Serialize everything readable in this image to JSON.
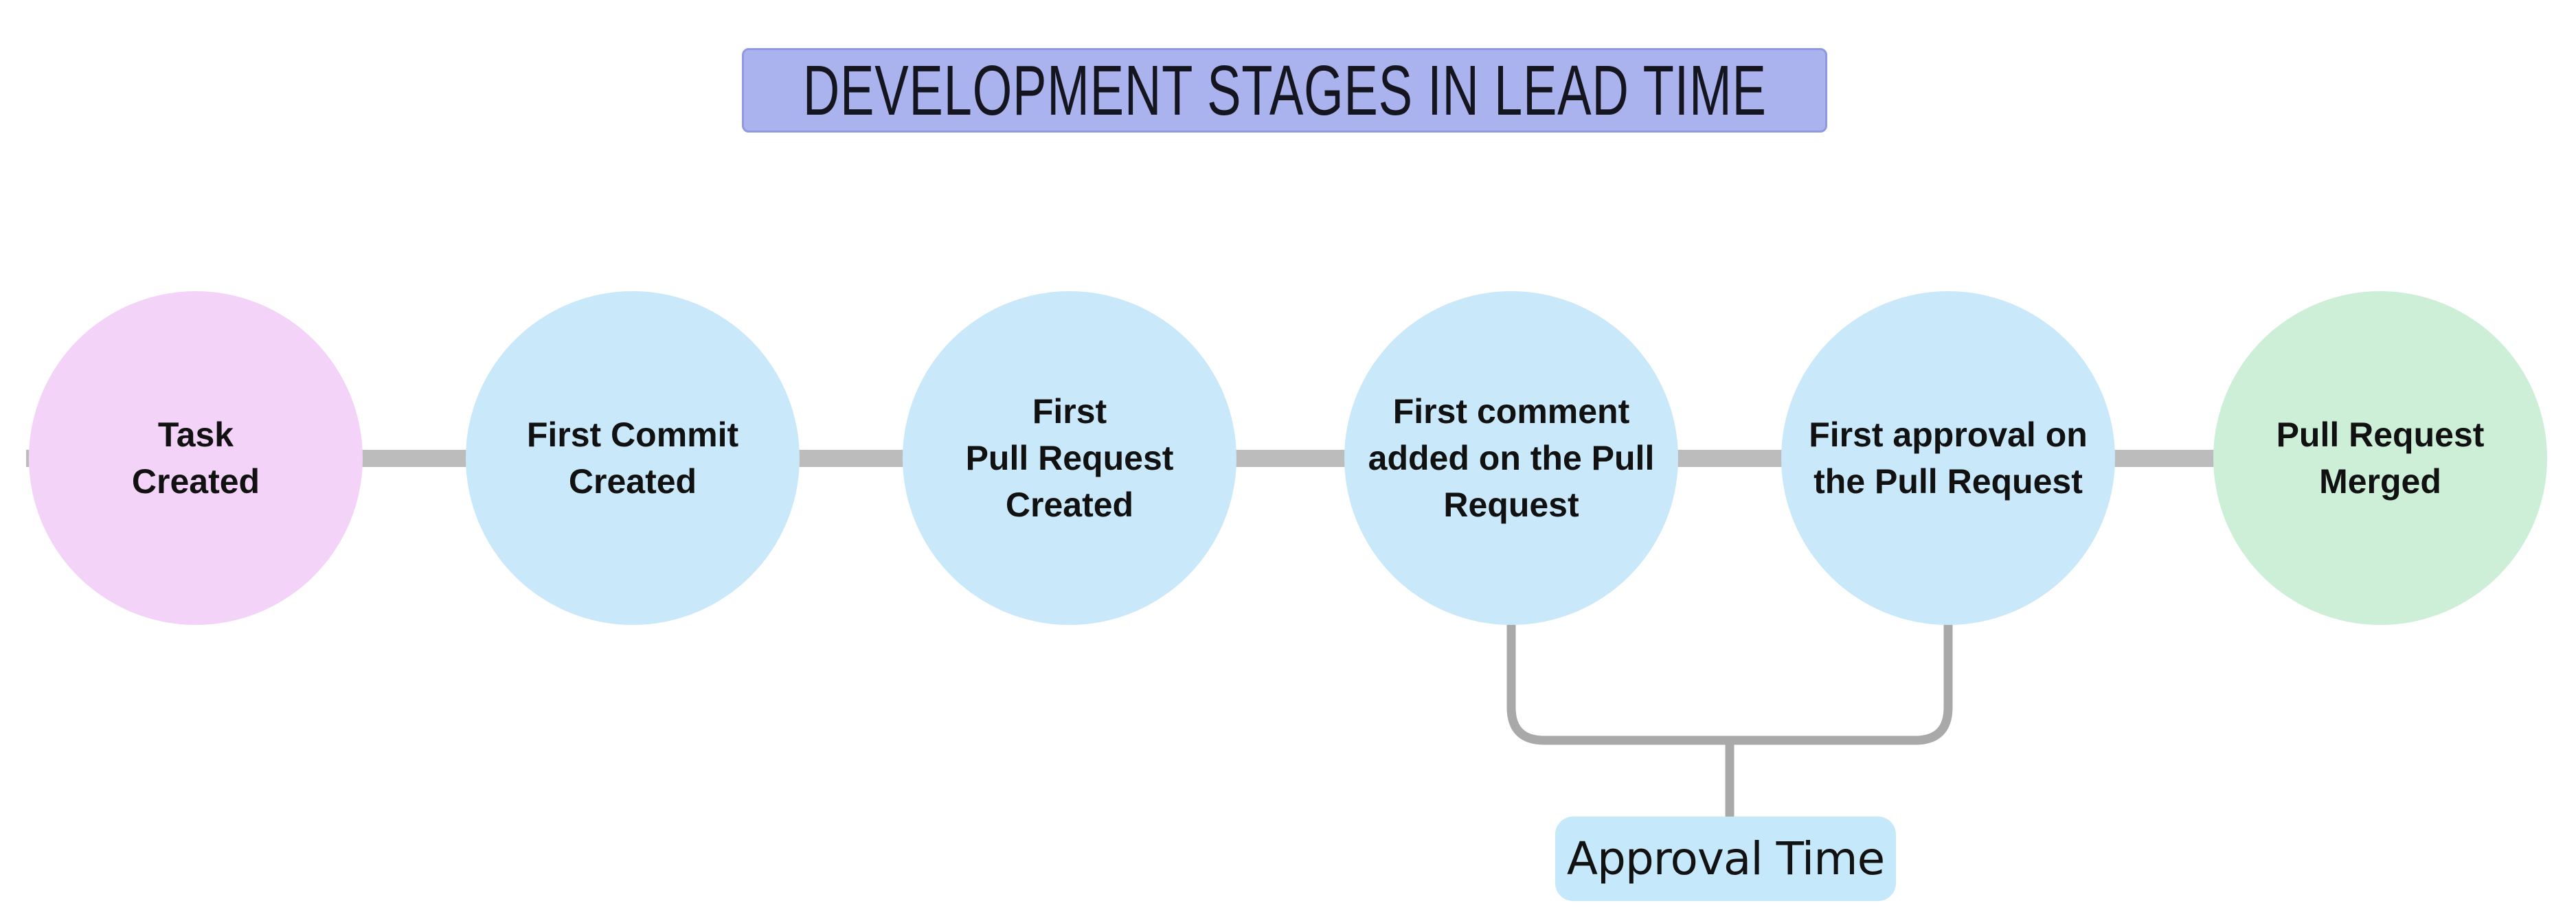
{
  "title": {
    "text": "DEVELOPMENT STAGES IN LEAD TIME",
    "bg_color": "#aab3ee",
    "border_color": "#8f99e2"
  },
  "stages": [
    {
      "label": "Task\nCreated",
      "color": "#f4d3f8",
      "role": "start"
    },
    {
      "label": "First Commit\nCreated",
      "color": "#c9e8fa",
      "role": "middle"
    },
    {
      "label": "First\nPull Request\nCreated",
      "color": "#c9e8fa",
      "role": "middle"
    },
    {
      "label": "First comment\nadded on the Pull\nRequest",
      "color": "#c9e8fa",
      "role": "middle"
    },
    {
      "label": "First approval on\nthe Pull Request",
      "color": "#c9e8fa",
      "role": "middle"
    },
    {
      "label": "Pull Request\nMerged",
      "color": "#cdefd8",
      "role": "end"
    }
  ],
  "annotation": {
    "label": "Approval Time",
    "bg_color": "#c6e8fb",
    "spans_from": "First comment added on the Pull Request",
    "spans_to": "First approval on the Pull Request"
  },
  "colors": {
    "connector": "#bcbcbc",
    "bracket": "#a9a9a9",
    "text": "#111111",
    "background": "#ffffff"
  }
}
